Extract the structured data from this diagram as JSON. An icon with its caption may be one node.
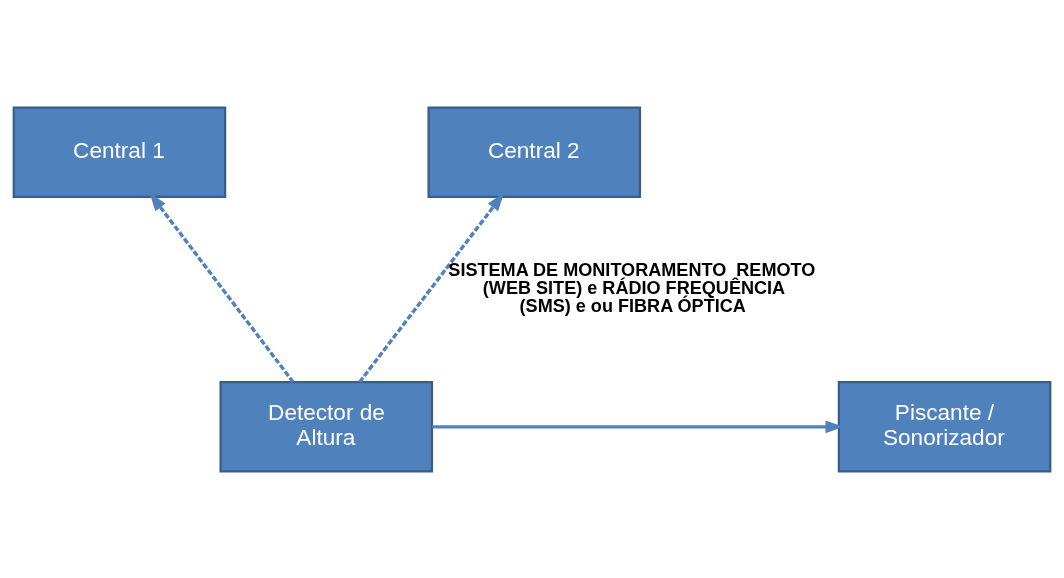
{
  "diagram": {
    "nodes": [
      {
        "text": [
          "Central 1"
        ]
      },
      {
        "text": [
          "Central 2"
        ]
      },
      {
        "text": [
          "Detector de Altura"
        ]
      },
      {
        "text": [
          "Piscante / Sonorizador"
        ]
      }
    ],
    "edges": [
      {
        "from": 2,
        "to": 0,
        "arrow": "to",
        "style": "dashed"
      },
      {
        "from": 2,
        "to": 1,
        "arrow": "to",
        "style": "dashed",
        "label": "SISTEMA DE MONITORAMENTO  REMOTO (WEB SITE) e RÁDIO FREQUÊNCIA (SMS) e ou FIBRA ÓPTICA"
      },
      {
        "from": 2,
        "to": 3,
        "arrow": "to"
      }
    ]
  }
}
